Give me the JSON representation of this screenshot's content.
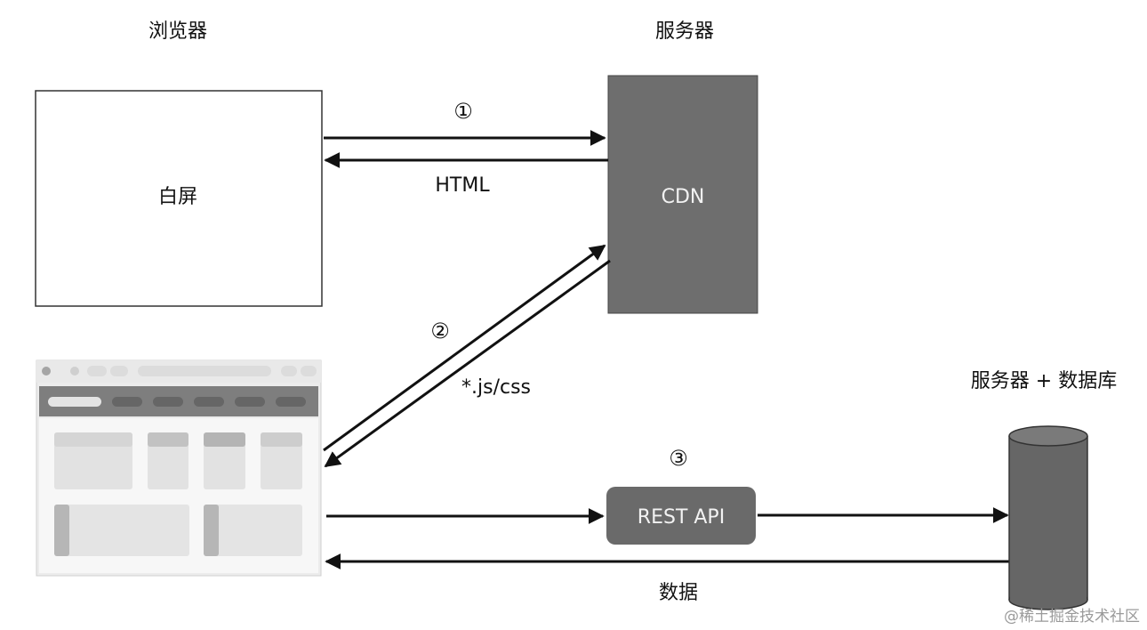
{
  "colors": {
    "line": "#111111",
    "cdn_box": "#6e6e6e",
    "api_box": "#6a6a6a",
    "db": "#666666",
    "mock_light": "#e6e6e6",
    "mock_mid": "#bdbdbd",
    "mock_dark": "#7e7e7e",
    "watermark": "#9a9a9a"
  },
  "labels": {
    "browser": "浏览器",
    "server": "服务器",
    "server_db": "服务器 + 数据库",
    "white_screen": "白屏",
    "cdn": "CDN",
    "rest_api": "REST API",
    "step1": "①",
    "step2": "②",
    "step3": "③",
    "html": "HTML",
    "js_css": "*.js/css",
    "data": "数据"
  },
  "watermark": "@稀土掘金技术社区"
}
